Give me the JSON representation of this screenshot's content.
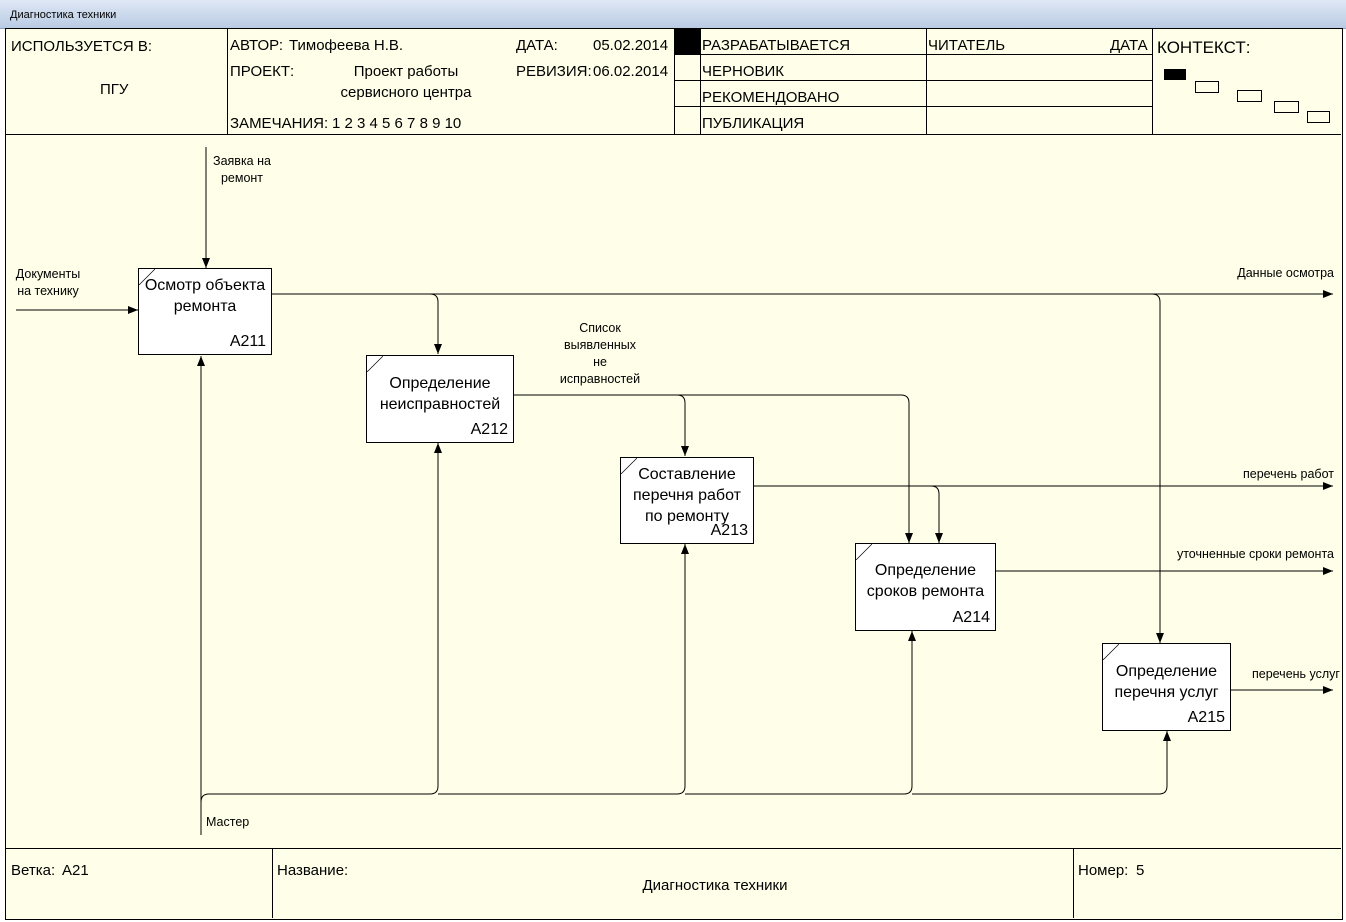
{
  "window": {
    "title": "Диагностика техники"
  },
  "header": {
    "used_in_label": "ИСПОЛЬЗУЕТСЯ В:",
    "used_in_value": "ПГУ",
    "author_label": "АВТОР:",
    "author_value": "Тимофеева Н.В.",
    "project_label": "ПРОЕКТ:",
    "project_value_line1": "Проект работы",
    "project_value_line2": "сервисного центра",
    "notes_label": "ЗАМЕЧАНИЯ:",
    "notes_value": "1 2 3 4 5 6 7 8 9 10",
    "date_label": "ДАТА:",
    "date_value": "05.02.2014",
    "revision_label": "РЕВИЗИЯ:",
    "revision_value": "06.02.2014",
    "status_items": [
      "РАЗРАБАТЫВАЕТСЯ",
      "ЧЕРНОВИК",
      "РЕКОМЕНДОВАНО",
      "ПУБЛИКАЦИЯ"
    ],
    "reader_label": "ЧИТАТЕЛЬ",
    "reader_date_label": "ДАТА",
    "context_label": "КОНТЕКСТ:"
  },
  "diagram": {
    "boxes": [
      {
        "name1": "Осмотр объекта",
        "name2": "ремонта",
        "name3": "",
        "code": "A211"
      },
      {
        "name1": "Определение",
        "name2": "неисправностей",
        "name3": "",
        "code": "A212"
      },
      {
        "name1": "Составление",
        "name2": "перечня работ",
        "name3": "по ремонту",
        "code": "A213"
      },
      {
        "name1": "Определение",
        "name2": "сроков ремонта",
        "name3": "",
        "code": "A214"
      },
      {
        "name1": "Определение",
        "name2": "перечня услуг",
        "name3": "",
        "code": "A215"
      }
    ],
    "arrows": {
      "request_line1": "Заявка на",
      "request_line2": "ремонт",
      "docs_line1": "Документы",
      "docs_line2": "на технику",
      "defects_line1": "Список",
      "defects_line2": "выявленных",
      "defects_line3": "не",
      "defects_line4": "исправностей",
      "inspection_data": "Данные осмотра",
      "work_list": "перечень работ",
      "repair_terms": "уточненные сроки ремонта",
      "services_list": "перечень услуг",
      "master": "Мастер"
    }
  },
  "footer": {
    "node_label": "Ветка:",
    "node_value": "A21",
    "title_label": "Название:",
    "title_value": "Диагностика техники",
    "number_label": "Номер:",
    "number_value": "5"
  }
}
